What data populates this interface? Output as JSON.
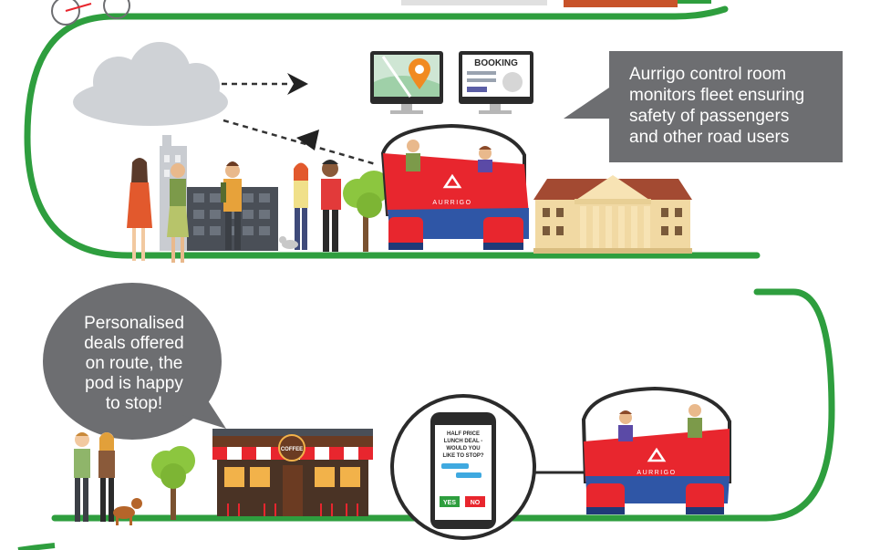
{
  "colors": {
    "track_green": "#2e9e3e",
    "callout_gray": "#6d6e71",
    "pod_red": "#e8262e",
    "pod_blue": "#2f56a6",
    "sky_cloud": "#cfd2d6",
    "brand_white": "#ffffff"
  },
  "top_panel": {
    "callout_lines": [
      "Aurrigo control room",
      "monitors fleet ensuring",
      "safety of passengers",
      "and other road users"
    ],
    "booking_label": "BOOKING",
    "pod_brand": "AURRIGO"
  },
  "bottom_panel": {
    "callout_lines": [
      "Personalised",
      "deals offered",
      "on route, the",
      "pod is happy",
      "to stop!"
    ],
    "cafe_sign": "COFFEE",
    "phone_message": [
      "HALF PRICE",
      "LUNCH DEAL -",
      "WOULD YOU",
      "LIKE TO STOP?"
    ],
    "phone_yes": "YES",
    "phone_no": "NO",
    "pod_brand": "AURRIGO"
  },
  "icons": [
    "cloud-icon",
    "map-pin-icon",
    "monitor-icon",
    "bicycle-icon",
    "smartphone-icon"
  ]
}
